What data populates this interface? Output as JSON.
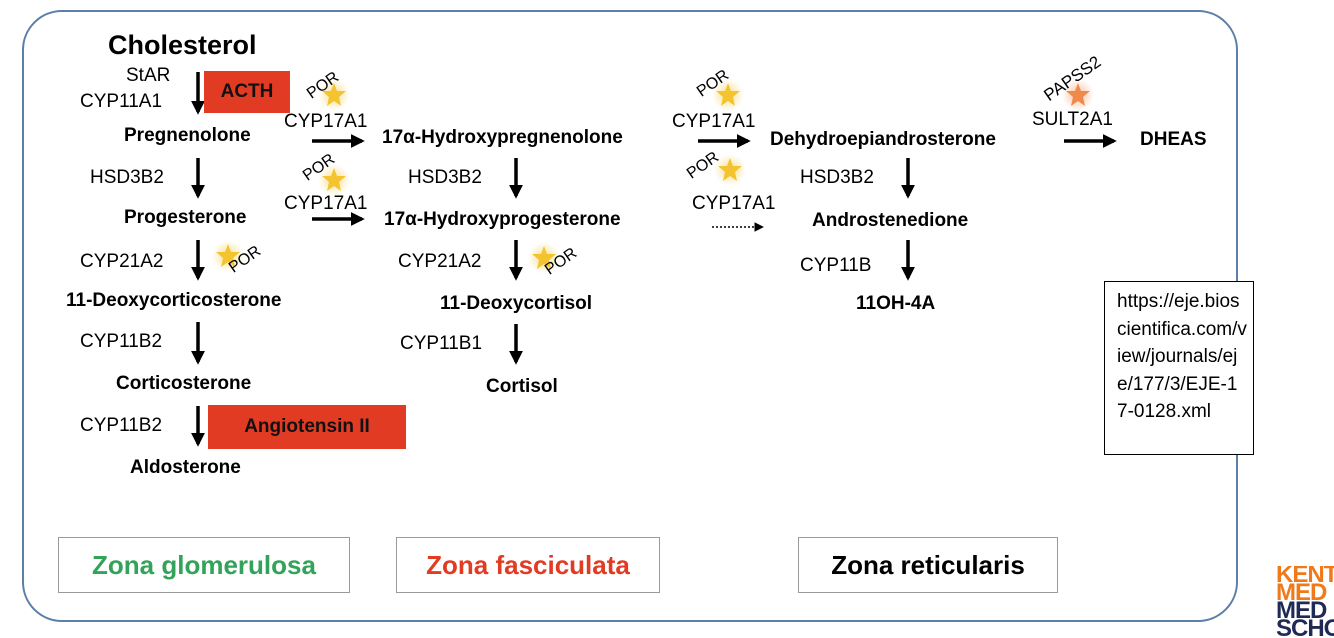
{
  "colors": {
    "frame": "#5b7fa6",
    "hormone_box": "#e23b23",
    "zone_glomerulosa": "#33a35a",
    "zone_fasciculata": "#e23b23",
    "zone_reticularis": "#000000",
    "star": "#f4c430",
    "star_papss2": "#f08a4b",
    "logo_orange": "#f07a1a",
    "logo_navy": "#1f2a55"
  },
  "diagram": {
    "metabolites": {
      "cholesterol": "Cholesterol",
      "pregnenolone": "Pregnenolone",
      "progesterone": "Progesterone",
      "deoxycorticosterone": "11-Deoxycorticosterone",
      "corticosterone": "Corticosterone",
      "aldosterone": "Aldosterone",
      "hydroxypregnenolone": "17α-Hydroxypregnenolone",
      "hydroxyprogesterone": "17α-Hydroxyprogesterone",
      "deoxycortisol": "11-Deoxycortisol",
      "cortisol": "Cortisol",
      "dhea": "Dehydroepiandrosterone",
      "dheas": "DHEAS",
      "androstenedione": "Androstenedione",
      "oh4a": "11OH-4A"
    },
    "enzymes": {
      "star": "StAR",
      "cyp11a1": "CYP11A1",
      "hsd3b2_a": "HSD3B2",
      "cyp21a2_a": "CYP21A2",
      "cyp11b2_a": "CYP11B2",
      "cyp11b2_b": "CYP11B2",
      "cyp17a1_a": "CYP17A1",
      "cyp17a1_b": "CYP17A1",
      "hsd3b2_b": "HSD3B2",
      "cyp21a2_b": "CYP21A2",
      "cyp11b1": "CYP11B1",
      "cyp17a1_c": "CYP17A1",
      "cyp17a1_d": "CYP17A1",
      "hsd3b2_c": "HSD3B2",
      "cyp11b": "CYP11B",
      "sult2a1": "SULT2A1"
    },
    "cofactors": {
      "por_1": "POR",
      "por_2": "POR",
      "por_3": "POR",
      "por_4": "POR",
      "por_5": "POR",
      "por_6": "POR",
      "papss2": "PAPSS2"
    },
    "hormones": {
      "acth": "ACTH",
      "angiotensin": "Angiotensin II"
    },
    "zones": {
      "glomerulosa": "Zona glomerulosa",
      "fasciculata": "Zona fasciculata",
      "reticularis": "Zona reticularis"
    }
  },
  "reference_url": "https://eje.bioscientifica.com/view/journals/eje/177/3/EJE-17-0128.xml",
  "logo": {
    "line1": "KENT",
    "line2": "MED",
    "line3": "MED",
    "line4": "SCHO"
  }
}
